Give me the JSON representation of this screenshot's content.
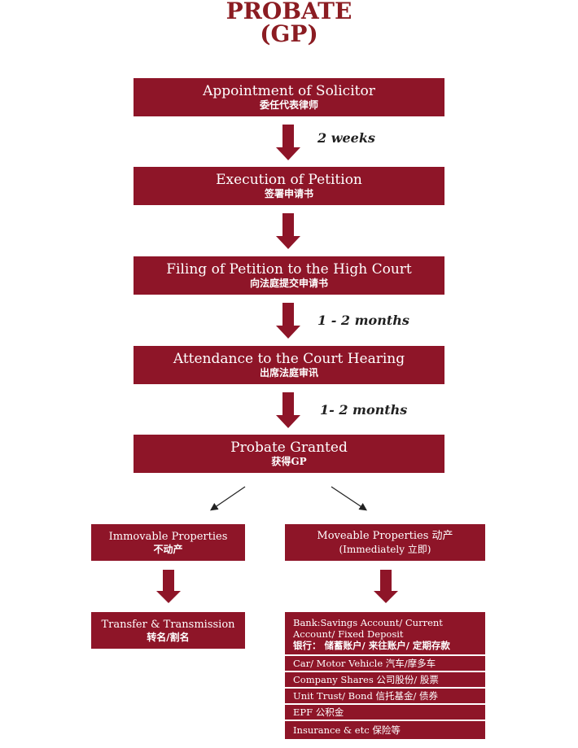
{
  "title": {
    "line1": "PROBATE",
    "line2": "(GP)"
  },
  "steps": [
    {
      "en": "Appointment of Solicitor",
      "zh": "委任代表律师"
    },
    {
      "en": "Execution of Petition",
      "zh": "签署申请书"
    },
    {
      "en": "Filing of Petition to the High Court",
      "zh": "向法庭提交申请书"
    },
    {
      "en": "Attendance to the Court Hearing",
      "zh": "出席法庭审讯"
    },
    {
      "en": "Probate Granted",
      "zh": "获得GP"
    }
  ],
  "durations": [
    "2 weeks",
    "1 - 2 months",
    "1- 2 months"
  ],
  "immovable": {
    "en": "Immovable Properties",
    "zh": "不动产",
    "next_en": "Transfer & Transmission",
    "next_zh": "转名/割名"
  },
  "moveable": {
    "en": "Moveable Properties 动产",
    "sub": "(Immediately 立即)"
  },
  "moveable_items": [
    {
      "line1": "Bank:Savings Account/ Current",
      "line2": "Account/ Fixed Deposit",
      "line3": "银行： 储蓄账户/ 来往账户/ 定期存款"
    },
    {
      "line1": "Car/ Motor Vehicle 汽车/摩多车"
    },
    {
      "line1": "Company Shares 公司股份/ 股票"
    },
    {
      "line1": "Unit Trust/ Bond 信托基金/ 债券"
    },
    {
      "line1": "EPF 公积金"
    },
    {
      "line1": "Insurance & etc 保险等"
    }
  ],
  "colors": {
    "box": "#8e1528",
    "title": "#8b1c22"
  }
}
